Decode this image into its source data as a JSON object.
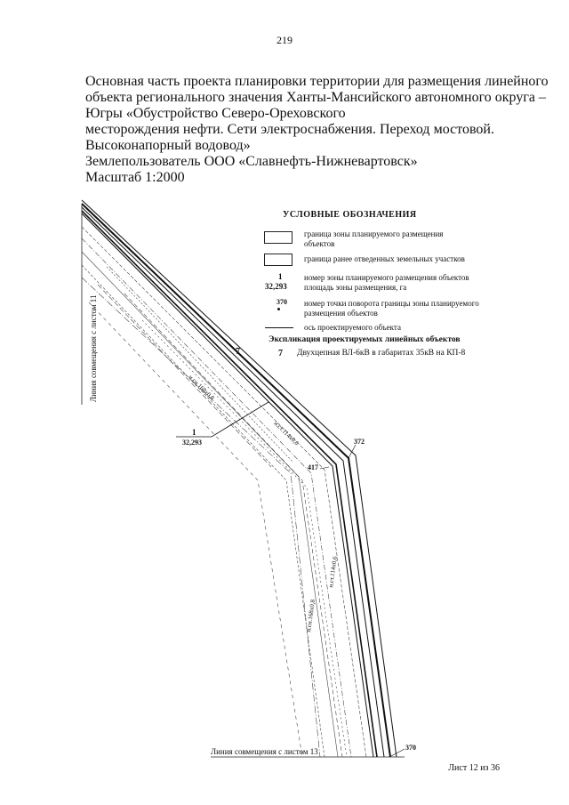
{
  "page_number": "219",
  "title_lines": [
    "Основная часть проекта планировки территории  для размещения линейного",
    "объекта регионального значения Ханты-Мансийского автономного округа –",
    "Югры «Обустройство Северо-Ореховского",
    "месторождения нефти. Сети электроснабжения. Переход мостовой.",
    "Высоконапорный водовод»",
    "Землепользователь ООО «Славнефть-Нижневартовск»",
    "Масштаб 1:2000"
  ],
  "legend": {
    "heading": "УСЛОВНЫЕ ОБОЗНАЧЕНИЯ",
    "planned_zone_line1": "граница зоны планируемого размещения",
    "planned_zone_line2": "объектов",
    "allotted_boundary": "граница ранее отведенных земельных участков",
    "zone_number_sym": "1",
    "zone_area_sym": "32,293",
    "zone_desc_line1": "номер зоны планируемого размещения объектов",
    "zone_desc_line2": "площадь зоны размещения, га",
    "point_sym": "370",
    "point_desc_line1": "номер точки поворота границы зоны планируемого",
    "point_desc_line2": "размещения объектов",
    "axis_desc": "ось проектируемого объекта",
    "explication_heading": "Экспликация проектируемых линейных объектов",
    "object_number": "7",
    "object_desc": "Двухцепная ВЛ-6кВ в габаритах 35кВ на КП-8"
  },
  "map": {
    "object_label": "7",
    "zone_number": "1",
    "zone_area": "32,293",
    "point_372": "372",
    "point_417": "417",
    "point_370": "370",
    "pipe_label_1": "н.сн.168х0,8",
    "pipe_label_2": "н.ст.114х0,6",
    "pipe_label_3": "н.ст.114х0,6",
    "pipe_label_4": "н.сн.168х0,8",
    "match_line_left": "Линия совмещения с листом 11",
    "match_line_bottom": "Линия совмещения с листом 13"
  },
  "sheet_footer": "Лист 12 из 36"
}
